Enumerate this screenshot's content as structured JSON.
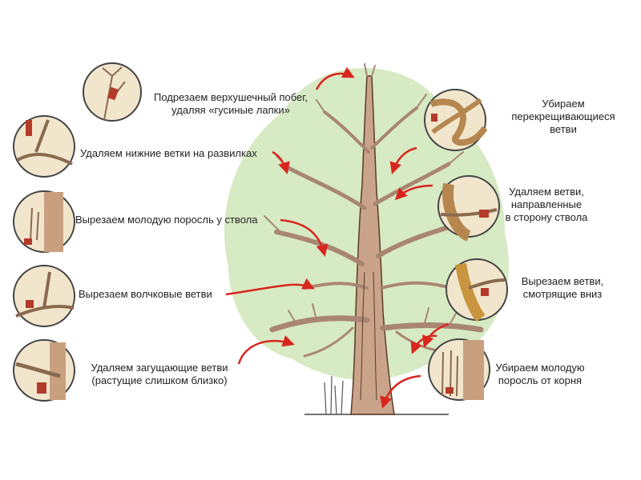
{
  "colors": {
    "arrow": "#d8261e",
    "canopy": "#cfe6b9",
    "trunk": "#caa48a",
    "bark_line": "#5a3a2a",
    "circle_bg": "#f1e6cc",
    "text": "#222222"
  },
  "labels": {
    "top_center": [
      "Подрезаем верхушечный побег,",
      "удаляя «гусиные лапки»"
    ],
    "left_1": [
      "Удаляем нижние ветки на развилках"
    ],
    "left_2": [
      "Вырезаем молодую поросль у ствола"
    ],
    "left_3": [
      "Вырезаем волчковые ветви"
    ],
    "left_4": [
      "Удаляем загущающие ветви",
      "(растущие слишком близко)"
    ],
    "right_1": [
      "Убираем",
      "перекрещивающиеся",
      "ветви"
    ],
    "right_2": [
      "Удаляем ветви,",
      "направленные",
      "в сторону ствола"
    ],
    "right_3": [
      "Вырезаем ветви,",
      "смотрящие вниз"
    ],
    "right_4": [
      "Убираем молодую",
      "поросль от корня"
    ]
  }
}
